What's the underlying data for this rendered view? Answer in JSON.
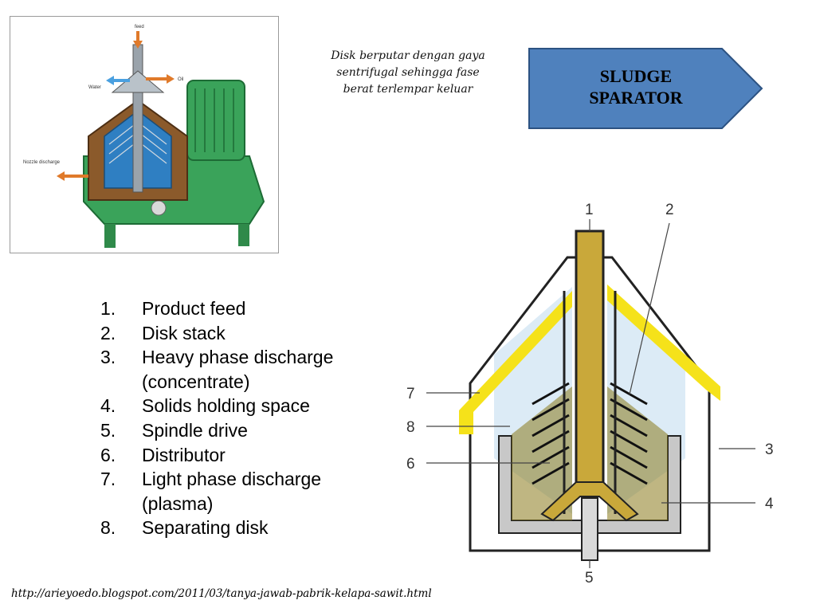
{
  "photo": {
    "labels": {
      "feed": "feed",
      "water": "Water",
      "oil": "Oil",
      "nozzle": "Nozzle discharge"
    }
  },
  "caption": {
    "line1": "Disk berputar dengan gaya",
    "line2": "sentrifugal sehingga fase",
    "line3": "berat terlempar keluar"
  },
  "title_box": {
    "line1": "SLUDGE",
    "line2": "SPARATOR",
    "fill": "#4f81bd",
    "stroke": "#2c5282"
  },
  "legend": {
    "items": [
      {
        "num": "1.",
        "text": "Product feed"
      },
      {
        "num": "2.",
        "text": "Disk stack"
      },
      {
        "num": "3.",
        "text": "Heavy phase discharge (concentrate)"
      },
      {
        "num": "4.",
        "text": "Solids holding space"
      },
      {
        "num": "5.",
        "text": "Spindle drive"
      },
      {
        "num": "6.",
        "text": "Distributor"
      },
      {
        "num": "7.",
        "text": "Light phase discharge (plasma)"
      },
      {
        "num": "8.",
        "text": "Separating disk"
      }
    ]
  },
  "diagram": {
    "callouts": {
      "c1": "1",
      "c2": "2",
      "c3": "3",
      "c4": "4",
      "c5": "5",
      "c6": "6",
      "c7": "7",
      "c8": "8"
    },
    "colors": {
      "yellow": "#f5e21a",
      "olive": "#8a7a1c",
      "grey": "#c8c8c8",
      "lightblue": "#cde3f2"
    }
  },
  "source": {
    "url": "http://arieyoedo.blogspot.com/2011/03/tanya-jawab-pabrik-kelapa-sawit.html"
  }
}
